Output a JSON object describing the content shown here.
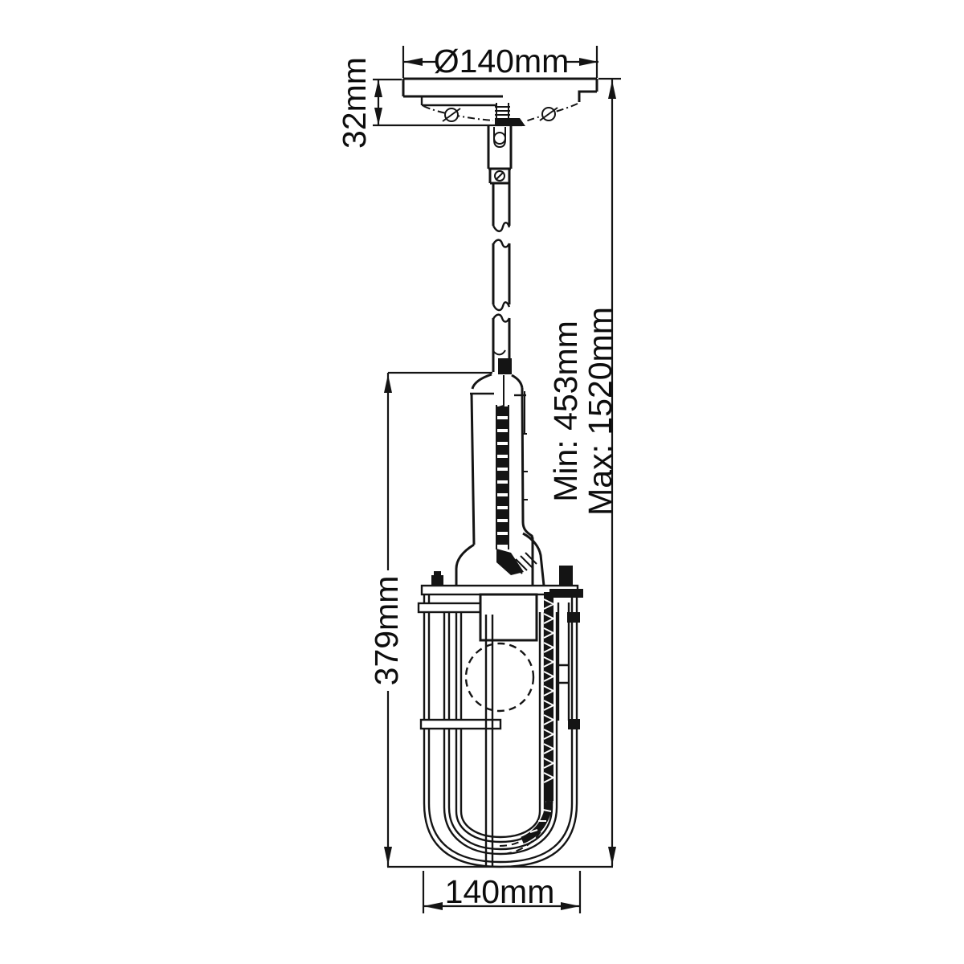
{
  "page": {
    "background": "#ffffff",
    "ink_color": "#141414"
  },
  "dimensions": {
    "canopy_diameter": "Ø140mm",
    "canopy_height": "32mm",
    "suspension_min": "Min: 453mm",
    "suspension_max": "Max: 1520mm",
    "body_height": "379mm",
    "cage_width": "140mm"
  }
}
